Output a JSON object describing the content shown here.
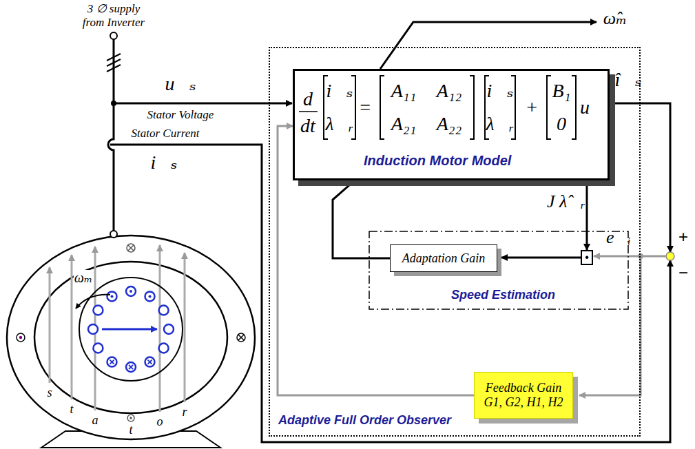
{
  "diagram": {
    "nodes": [
      {
        "text": [
          "Adaptive Full Order Observer"
        ]
      },
      {
        "text": [
          "Induction Motor Model"
        ],
        "in": 0
      },
      {
        "text": [
          "Speed Estimation"
        ],
        "in": 0
      },
      {
        "text": [
          "Adaptation Gain"
        ],
        "in": 2
      },
      {
        "text": [
          "•"
        ],
        "in": 2
      },
      {
        "text": [
          "Feedback Gain",
          "G1, G2, H1, H2"
        ],
        "in": 0
      }
    ],
    "edges": [
      {
        "from": 4,
        "to": 3,
        "arrow": "to"
      },
      {
        "from": 3,
        "to": 1,
        "arrow": "none"
      },
      {
        "from": 1,
        "to": 4,
        "arrow": "to",
        "label": "J λ̂⃗ᵣ"
      },
      {
        "from": 5,
        "to": 1,
        "arrow": "to"
      }
    ],
    "labels": [
      "3 ∅ supply from Inverter",
      "u⃗ₛ",
      "Stator Voltage",
      "Stator Current",
      "i⃗ₛ",
      "ωₘ",
      "s",
      "t",
      "a",
      "t",
      "o",
      "r",
      "d",
      "dt",
      "i⃗ₛ",
      "λ⃗ᵣ",
      "=",
      "A₁₁",
      "A₁₂",
      "A₂₁",
      "A₂₂",
      "i⃗ₛ",
      "λ⃗ᵣ",
      "+",
      "B₁",
      "0",
      "u⃗",
      "ω̂ₘ",
      "î⃗ₛ",
      "e⃗ᵢ",
      "+",
      "−"
    ]
  }
}
